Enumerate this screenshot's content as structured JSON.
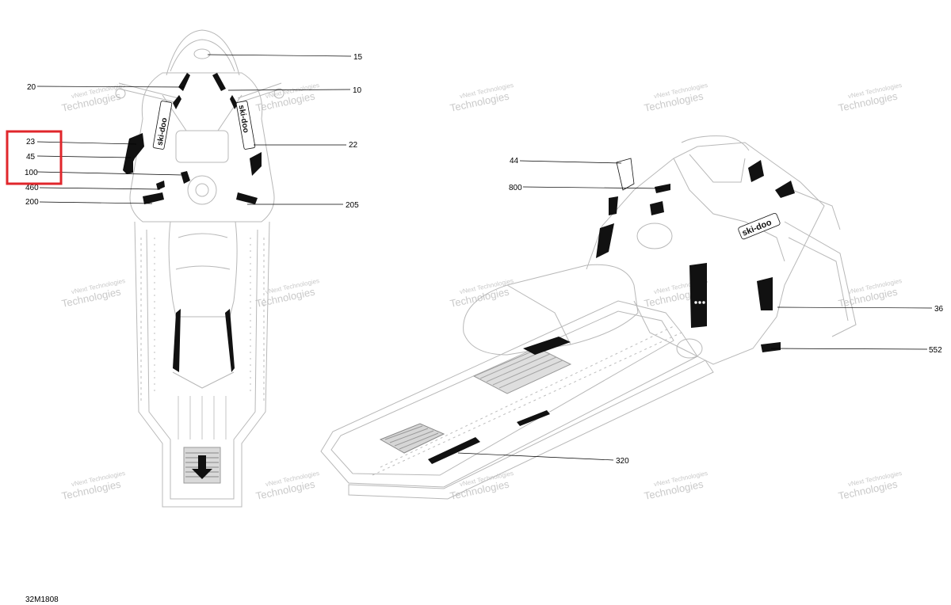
{
  "diagram": {
    "figure_code": "32M1808",
    "watermark_line1": "vNext Technologies",
    "watermark_line2": "Technologies",
    "callouts": [
      {
        "id": "c15",
        "label": "15"
      },
      {
        "id": "c20",
        "label": "20"
      },
      {
        "id": "c10",
        "label": "10"
      },
      {
        "id": "c23",
        "label": "23"
      },
      {
        "id": "c22",
        "label": "22"
      },
      {
        "id": "c45",
        "label": "45"
      },
      {
        "id": "c100",
        "label": "100"
      },
      {
        "id": "c460",
        "label": "460"
      },
      {
        "id": "c200",
        "label": "200"
      },
      {
        "id": "c205",
        "label": "205"
      },
      {
        "id": "c44",
        "label": "44"
      },
      {
        "id": "c800",
        "label": "800"
      },
      {
        "id": "c36",
        "label": "36"
      },
      {
        "id": "c552",
        "label": "552"
      },
      {
        "id": "c320",
        "label": "320"
      }
    ],
    "highlight": {
      "color": "#e0262b",
      "callouts": [
        "23",
        "45",
        "100"
      ]
    },
    "decal_text": "ski-doo"
  }
}
